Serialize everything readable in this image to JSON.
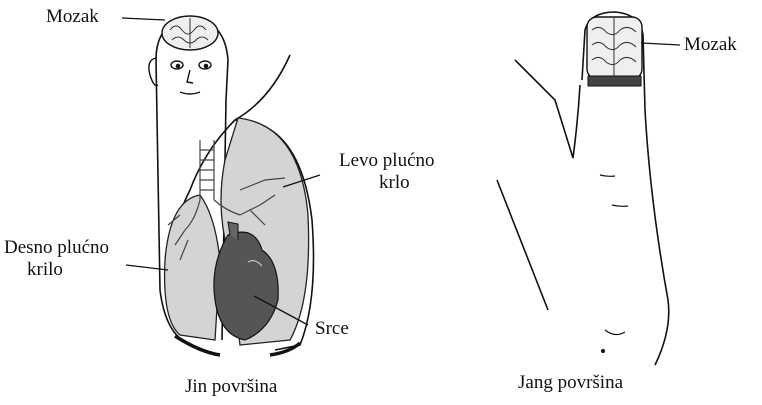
{
  "left_figure": {
    "caption": "Jin površina",
    "labels": {
      "brain": "Mozak",
      "left_lung_line1": "Levo plućno",
      "left_lung_line2": "krlo",
      "right_lung_line1": "Desno plućno",
      "right_lung_line2": "krilo",
      "heart": "Srce"
    }
  },
  "right_figure": {
    "caption": "Jang površina",
    "labels": {
      "brain": "Mozak"
    }
  },
  "colors": {
    "ink": "#111111",
    "lung_fill": "#d4d4d4",
    "heart_fill": "#555555"
  }
}
